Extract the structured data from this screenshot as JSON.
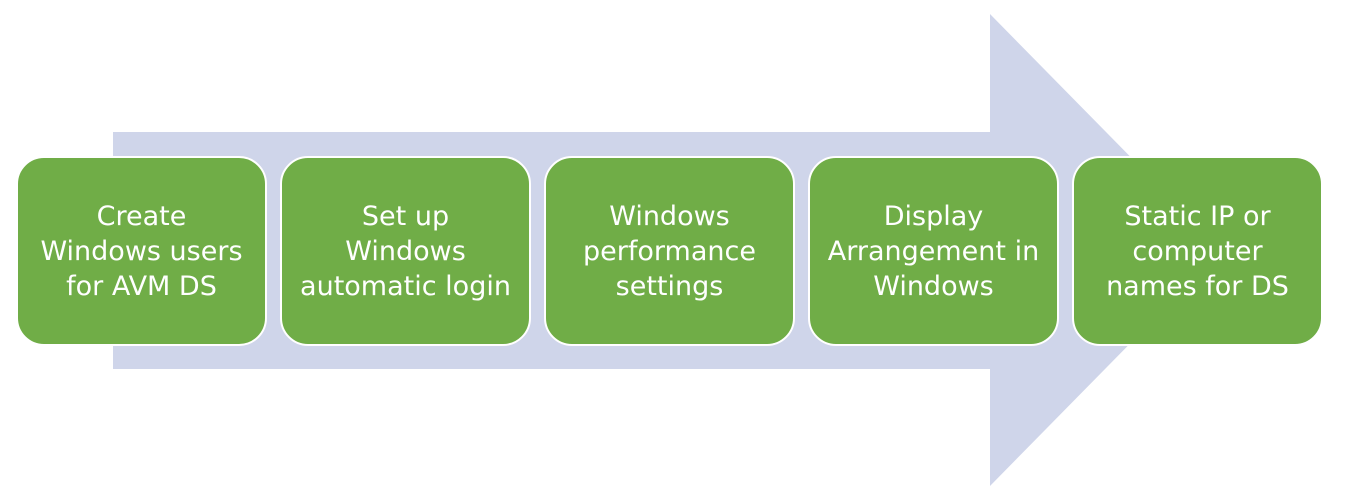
{
  "diagram": {
    "arrow_color": "#cfd5ea",
    "step_color": "#70ad47",
    "text_color": "#ffffff",
    "steps": [
      {
        "label": "Create\nWindows users\nfor AVM DS"
      },
      {
        "label": "Set up\nWindows\nautomatic login"
      },
      {
        "label": "Windows\nperformance\nsettings"
      },
      {
        "label": "Display\nArrangement in\nWindows"
      },
      {
        "label": "Static IP or\ncomputer\nnames for DS"
      }
    ]
  }
}
